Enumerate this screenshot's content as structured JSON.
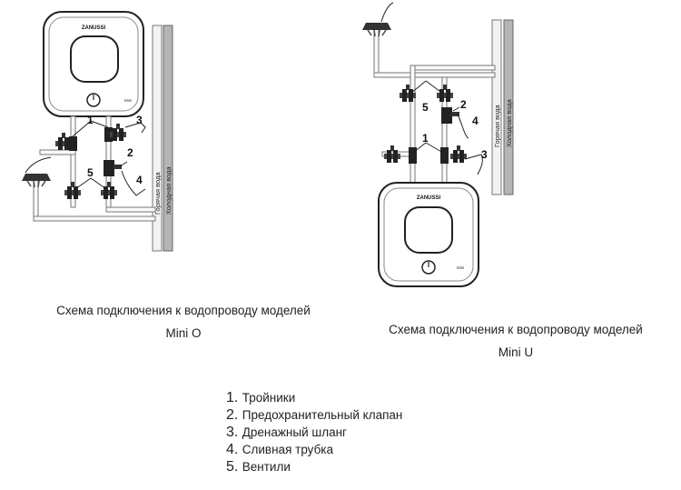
{
  "diagram_o": {
    "brand": "ZANUSSI",
    "model": "Mini",
    "wall_hot": "Горячая вода",
    "wall_cold": "Холодная вода",
    "callouts": [
      "1",
      "2",
      "3",
      "4",
      "5"
    ],
    "caption_line1": "Схема подключения к водопроводу моделей",
    "caption_line2": "Mini O"
  },
  "diagram_u": {
    "brand": "ZANUSSI",
    "model": "Mini",
    "wall_hot": "Горячая вода",
    "wall_cold": "Холодная вода",
    "callouts": [
      "1",
      "2",
      "3",
      "4",
      "5"
    ],
    "caption_line1": "Схема подключения к водопроводу моделей",
    "caption_line2": "Mini U"
  },
  "legend": [
    {
      "num": "1.",
      "text": "Тройники"
    },
    {
      "num": "2.",
      "text": "Предохранительный клапан"
    },
    {
      "num": "3.",
      "text": "Дренажный шланг"
    },
    {
      "num": "4.",
      "text": "Сливная трубка"
    },
    {
      "num": "5.",
      "text": "Вентили"
    }
  ]
}
